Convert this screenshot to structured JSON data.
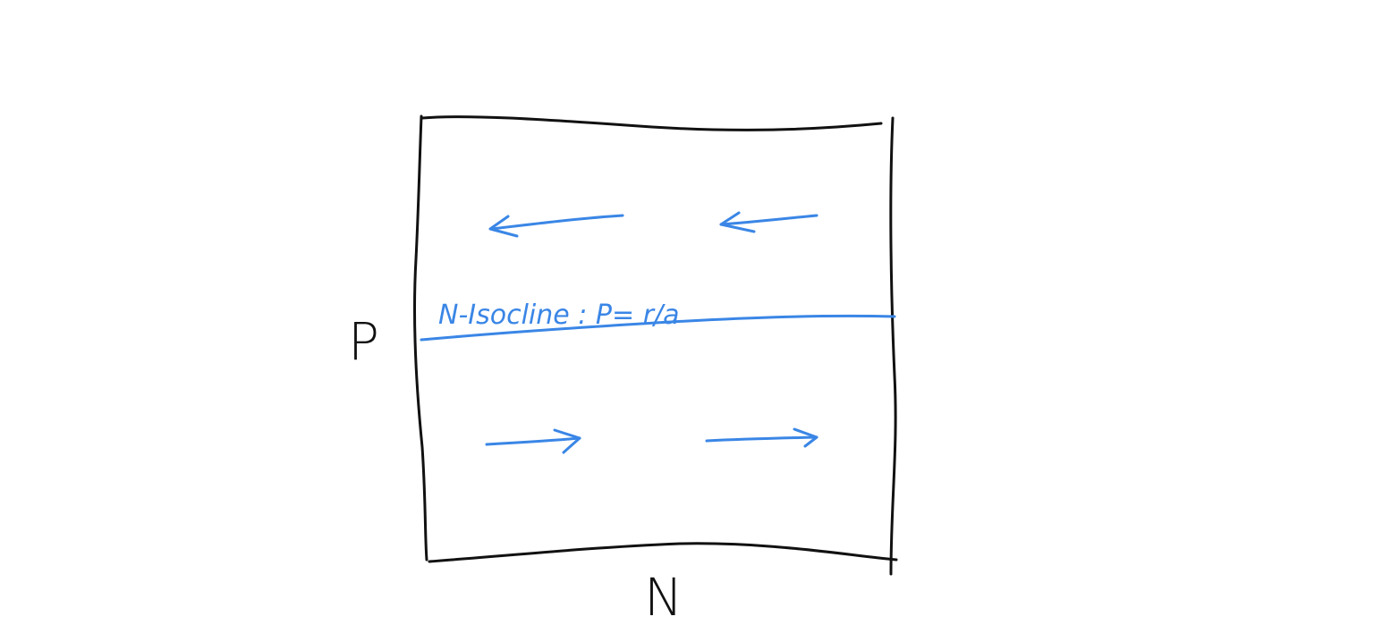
{
  "colors": {
    "ink": "#111111",
    "accent": "#3a86e6",
    "background": "#ffffff"
  },
  "axes": {
    "x_label": "N",
    "y_label": "P"
  },
  "isocline": {
    "label": "N-Isocline : P= r/a"
  },
  "arrows": {
    "above_isocline": {
      "direction": "left",
      "count": 2
    },
    "below_isocline": {
      "direction": "right",
      "count": 2
    }
  }
}
